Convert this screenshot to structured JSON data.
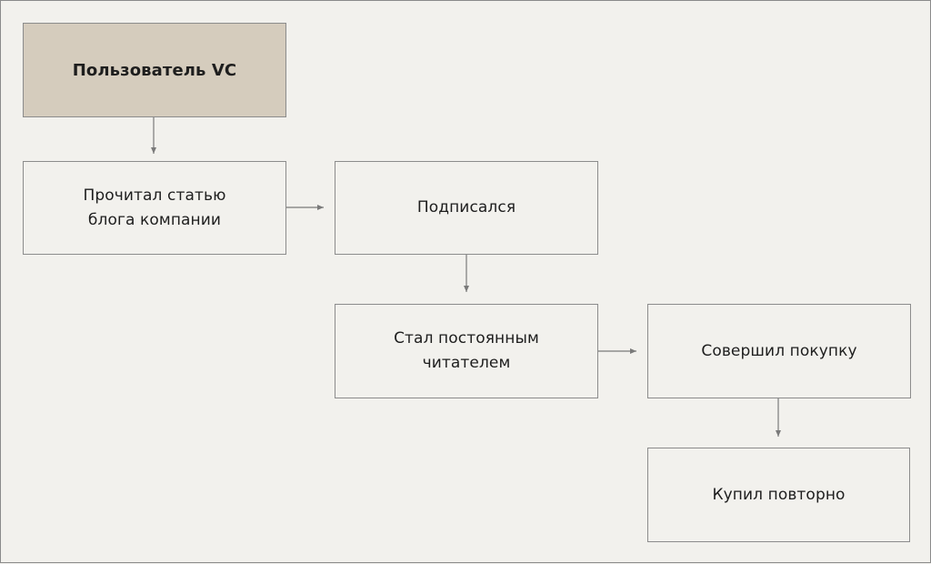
{
  "diagram": {
    "nodes": {
      "root": "Пользователь VC",
      "read_blog": "Прочитал статью блога компании",
      "subscribed": "Подписался",
      "regular_reader": "Стал постоянным читателем",
      "purchase": "Совершил покупку",
      "repeat_purchase": "Купил повторно"
    },
    "edges": [
      {
        "from": "root",
        "to": "read_blog"
      },
      {
        "from": "read_blog",
        "to": "subscribed"
      },
      {
        "from": "subscribed",
        "to": "regular_reader"
      },
      {
        "from": "regular_reader",
        "to": "purchase"
      },
      {
        "from": "purchase",
        "to": "repeat_purchase"
      }
    ],
    "colors": {
      "background": "#f2f1ed",
      "root_fill": "#d5ccbd",
      "border": "#8c8c8c",
      "arrow": "#7a7a7a",
      "text": "#1e1e1e"
    }
  }
}
